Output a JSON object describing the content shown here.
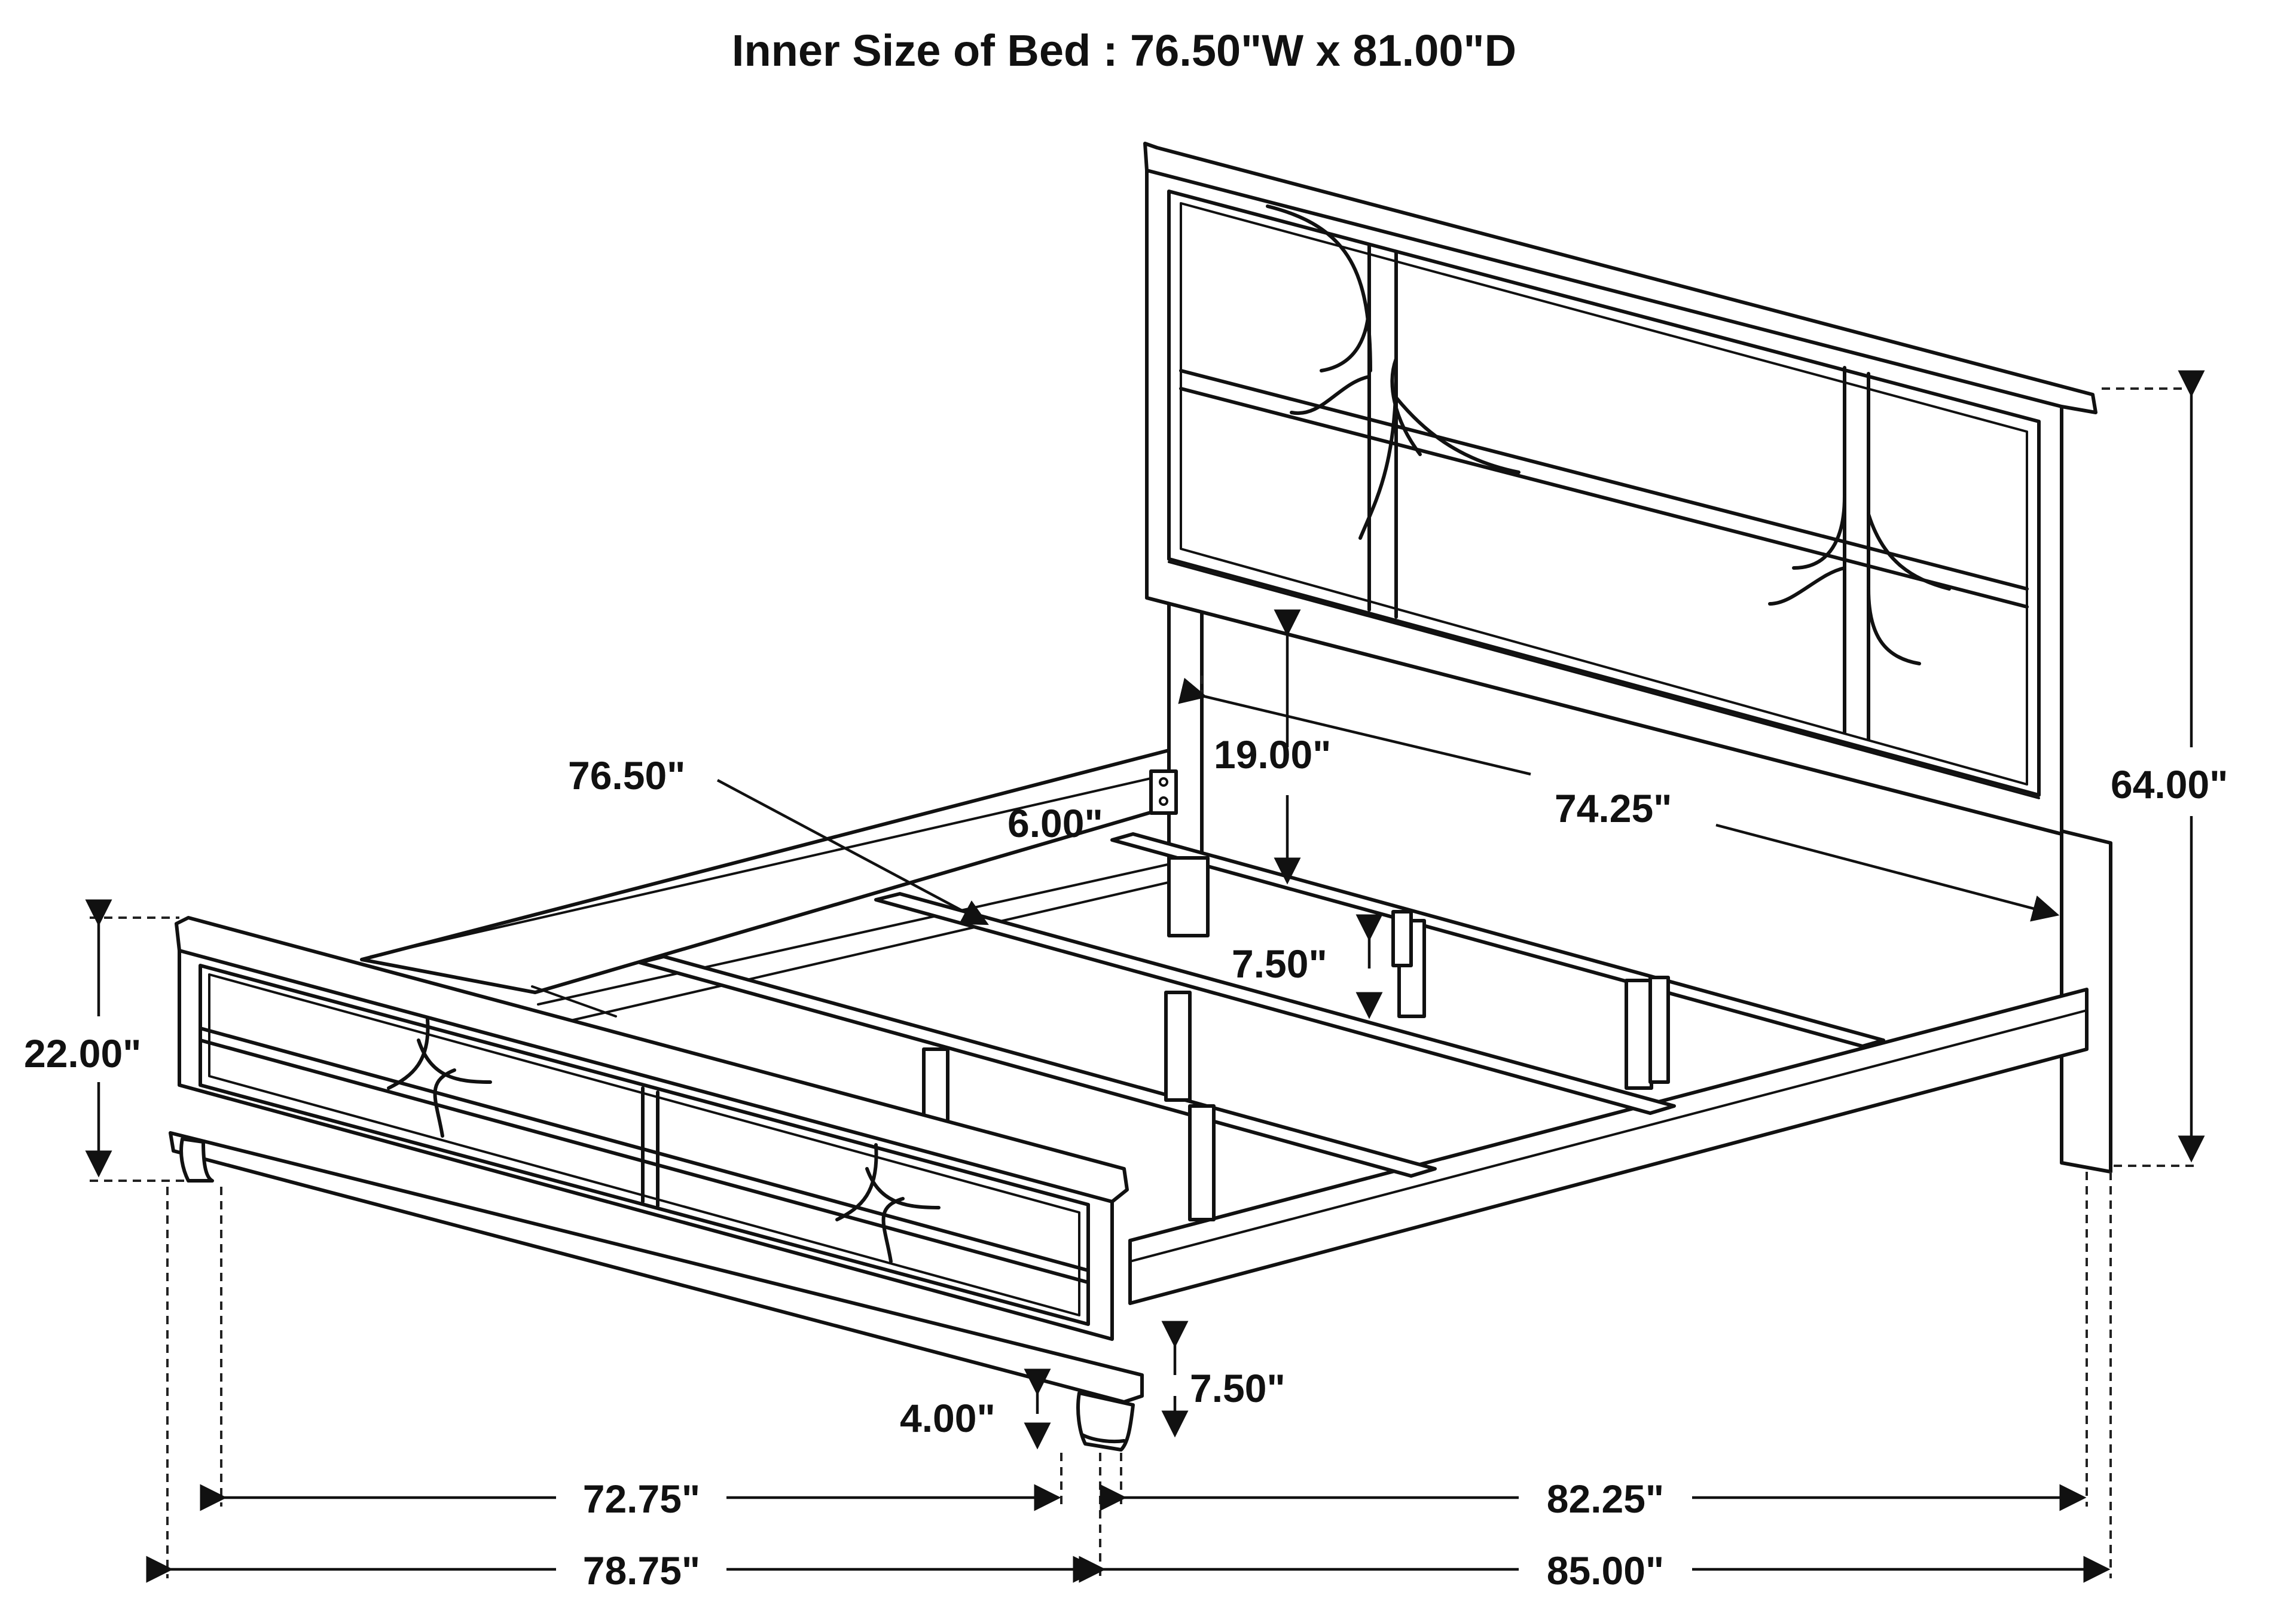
{
  "title": "Inner Size of Bed : 76.50\"W x 81.00\"D",
  "dimensions": {
    "inner_width": "76.50\"",
    "slat_gap_rail": "6.00\"",
    "clearance_under_headboard": "19.00\"",
    "headboard_panel_width": "74.25\"",
    "headboard_height": "64.00\"",
    "footboard_height": "22.00\"",
    "slat_clearance": "7.50\"",
    "leg_height": "4.00\"",
    "rail_height": "7.50\"",
    "footboard_inner_width": "72.75\"",
    "overall_width": "78.75\"",
    "side_rail_length": "82.25\"",
    "overall_length": "85.00\""
  }
}
